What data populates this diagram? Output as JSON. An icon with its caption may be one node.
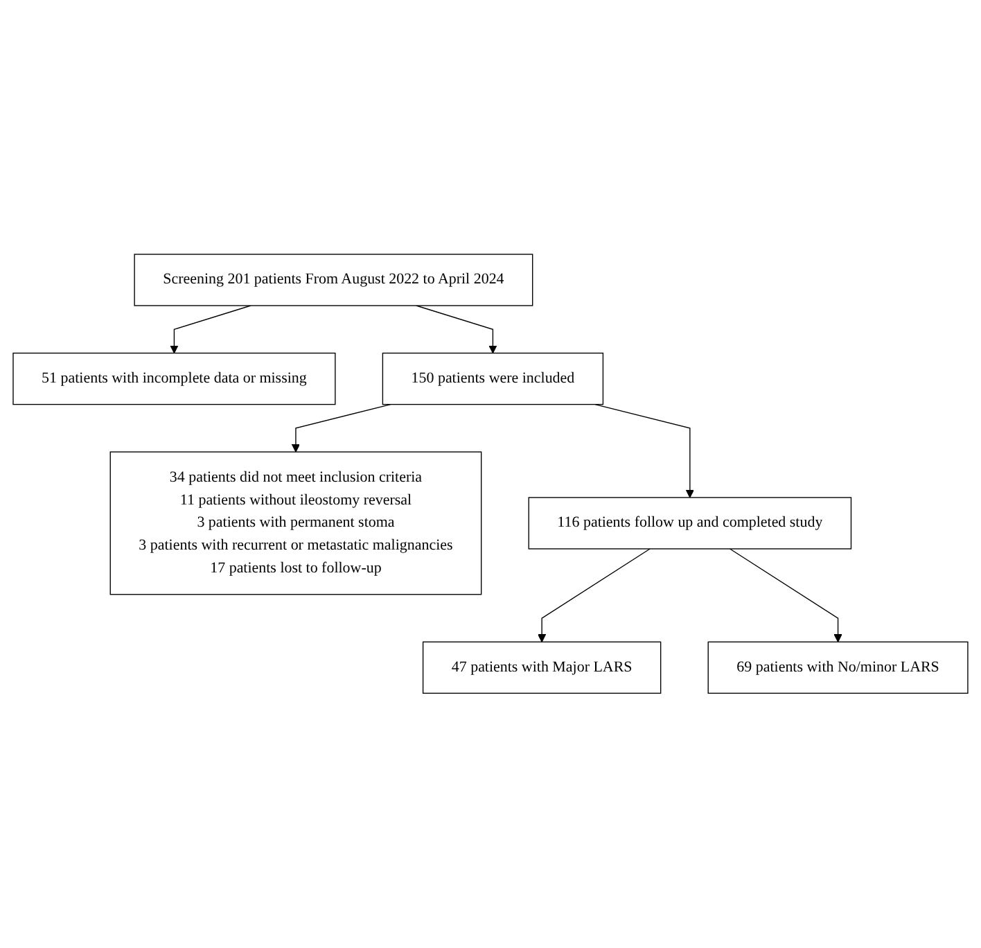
{
  "diagram": {
    "nodes": [
      {
        "text": [
          "Screening 201 patients From August 2022 to April 2024"
        ]
      },
      {
        "text": [
          "51 patients with incomplete data or missing"
        ]
      },
      {
        "text": [
          "150 patients were included"
        ]
      },
      {
        "text": [
          "34 patients did not meet inclusion criteria",
          "11 patients without ileostomy reversal",
          "3 patients with permanent stoma",
          "3 patients with recurrent or metastatic malignancies",
          "17 patients lost to follow-up"
        ]
      },
      {
        "text": [
          "116 patients follow up and completed study"
        ]
      },
      {
        "text": [
          "47 patients with Major LARS"
        ]
      },
      {
        "text": [
          "69 patients with No/minor LARS"
        ]
      }
    ],
    "edges": [
      {
        "from": 0,
        "to": 2,
        "arrow": "to"
      },
      {
        "from": 0,
        "to": 1,
        "arrow": "to"
      },
      {
        "from": 2,
        "to": 4,
        "arrow": "to"
      },
      {
        "from": 2,
        "to": 3,
        "arrow": "to"
      },
      {
        "from": 4,
        "to": 5,
        "arrow": "to"
      },
      {
        "from": 4,
        "to": 6,
        "arrow": "to"
      }
    ]
  }
}
